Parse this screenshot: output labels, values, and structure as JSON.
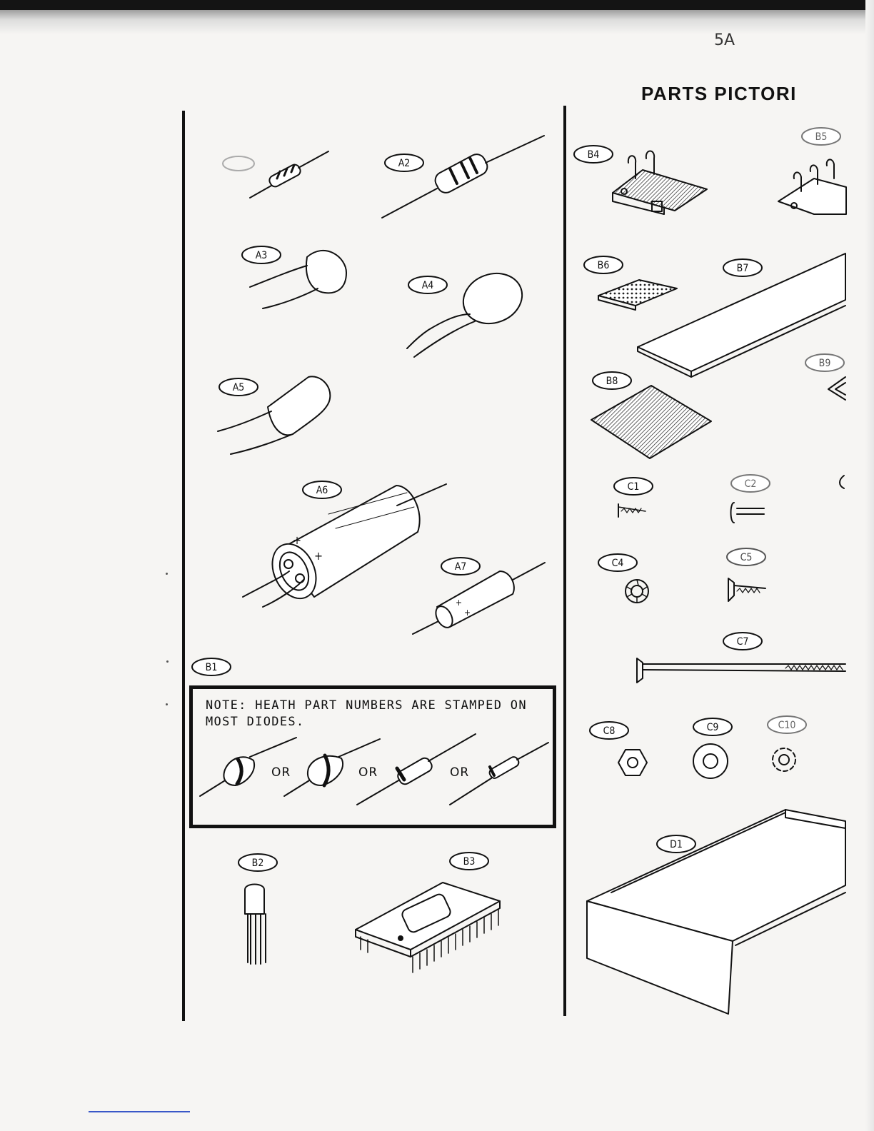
{
  "page": {
    "number": "5A",
    "title": "PARTS PICTORI"
  },
  "parts": [
    {
      "id": "A1",
      "label": "",
      "kind": "resistor-small"
    },
    {
      "id": "A2",
      "label": "A2",
      "kind": "resistor-large"
    },
    {
      "id": "A3",
      "label": "A3",
      "kind": "ceramic-capacitor"
    },
    {
      "id": "A4",
      "label": "A4",
      "kind": "disc-capacitor"
    },
    {
      "id": "A5",
      "label": "A5",
      "kind": "film-capacitor"
    },
    {
      "id": "A6",
      "label": "A6",
      "kind": "electrolytic-capacitor-large"
    },
    {
      "id": "A7",
      "label": "A7",
      "kind": "electrolytic-capacitor-small"
    },
    {
      "id": "B1",
      "label": "B1",
      "kind": "diodes"
    },
    {
      "id": "B2",
      "label": "B2",
      "kind": "transistor"
    },
    {
      "id": "B3",
      "label": "B3",
      "kind": "integrated-circuit"
    },
    {
      "id": "B4",
      "label": "B4",
      "kind": "slide-switch"
    },
    {
      "id": "B5",
      "label": "B5",
      "kind": "switch"
    },
    {
      "id": "B6",
      "label": "B6",
      "kind": "circuit-board-small"
    },
    {
      "id": "B7",
      "label": "B7",
      "kind": "strip"
    },
    {
      "id": "B8",
      "label": "B8",
      "kind": "pad"
    },
    {
      "id": "B9",
      "label": "B9",
      "kind": "clip"
    },
    {
      "id": "C1",
      "label": "C1",
      "kind": "screw-small"
    },
    {
      "id": "C2",
      "label": "C2",
      "kind": "screw"
    },
    {
      "id": "C4",
      "label": "C4",
      "kind": "lockwasher"
    },
    {
      "id": "C5",
      "label": "C5",
      "kind": "flat-head-screw"
    },
    {
      "id": "C7",
      "label": "C7",
      "kind": "long-screw"
    },
    {
      "id": "C8",
      "label": "C8",
      "kind": "hex-nut"
    },
    {
      "id": "C9",
      "label": "C9",
      "kind": "flat-washer"
    },
    {
      "id": "C10",
      "label": "C10",
      "kind": "lockwasher-external"
    },
    {
      "id": "D1",
      "label": "D1",
      "kind": "cabinet"
    }
  ],
  "note": {
    "text": "NOTE: HEATH PART NUMBERS ARE STAMPED ON MOST DIODES.",
    "separators": [
      "OR",
      "OR",
      "OR"
    ]
  }
}
